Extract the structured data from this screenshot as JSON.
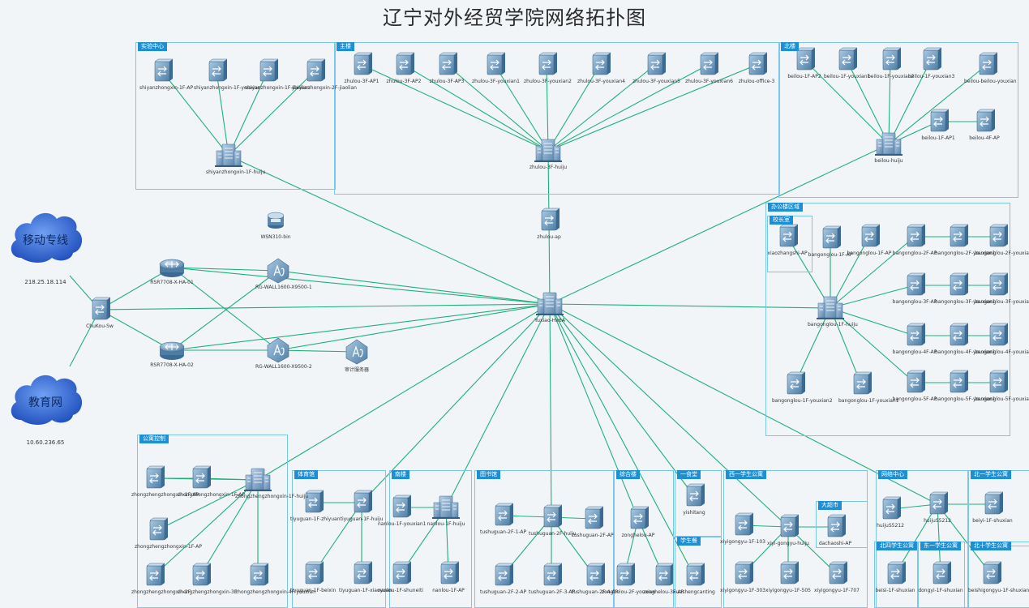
{
  "title": "辽宁对外经贸学院网络拓扑图",
  "clouds": [
    {
      "name": "移动专线",
      "ip": "218.25.18.114"
    },
    {
      "name": "教育网",
      "ip": "10.60.236.65"
    }
  ],
  "boxes": [
    {
      "id": "lab",
      "label": "实验中心"
    },
    {
      "id": "main",
      "label": "主楼"
    },
    {
      "id": "north",
      "label": "北楼"
    },
    {
      "id": "office",
      "label": "办公楼区域"
    },
    {
      "id": "president",
      "label": "校长室"
    },
    {
      "id": "public",
      "label": "公寓控制"
    },
    {
      "id": "gym",
      "label": "体育馆"
    },
    {
      "id": "south",
      "label": "南楼"
    },
    {
      "id": "library",
      "label": "图书馆"
    },
    {
      "id": "comp",
      "label": "综合楼"
    },
    {
      "id": "canteen1",
      "label": "一食堂"
    },
    {
      "id": "canteen2",
      "label": "学生餐"
    },
    {
      "id": "west",
      "label": "西一学生公寓"
    },
    {
      "id": "market",
      "label": "大超市"
    },
    {
      "id": "netcenter",
      "label": "网络中心"
    },
    {
      "id": "north1",
      "label": "北一学生公寓"
    },
    {
      "id": "northeast",
      "label": "北四学生公寓"
    },
    {
      "id": "east1",
      "label": "东一学生公寓"
    },
    {
      "id": "north10",
      "label": "北十学生公寓"
    }
  ],
  "nodes": [
    {
      "id": "core",
      "label": "Yuxiao-Hx6A",
      "icon": "server"
    },
    {
      "id": "outsw",
      "label": "ChuKou-Sw",
      "icon": "switch-l3"
    },
    {
      "id": "r1",
      "label": "RSR7708-X-HA-01",
      "icon": "router"
    },
    {
      "id": "r2",
      "label": "RSR7708-X-HA-02",
      "icon": "router"
    },
    {
      "id": "fw1",
      "label": "RG-WALL1600-X9500-1",
      "icon": "firewall"
    },
    {
      "id": "fw2",
      "label": "RG-WALL1600-X9500-2",
      "icon": "firewall"
    },
    {
      "id": "wsn",
      "label": "WSN310-bin",
      "icon": "db"
    },
    {
      "id": "audit",
      "label": "审计服务器",
      "icon": "firewall"
    },
    {
      "id": "zhulouap",
      "label": "zhulou-ap",
      "icon": "switch"
    },
    {
      "id": "lab_agg",
      "label": "shiyanzhongxin-1F-huiju",
      "icon": "server"
    },
    {
      "id": "lab_1",
      "label": "shiyanzhongxin-1F-AP",
      "icon": "switch"
    },
    {
      "id": "lab_2",
      "label": "shiyanzhongxin-1F-youxian",
      "icon": "switch"
    },
    {
      "id": "lab_3",
      "label": "shiyanzhongxin-1F-jiaolian",
      "icon": "switch"
    },
    {
      "id": "lab_4",
      "label": "shiyanzhongxin-2F-jiaolian",
      "icon": "switch"
    },
    {
      "id": "main_agg",
      "label": "zhulou-3F-huiju",
      "icon": "server"
    },
    {
      "id": "m1",
      "label": "zhulou-3F-AP1",
      "icon": "switch"
    },
    {
      "id": "m2",
      "label": "zhulou-3F-AP2",
      "icon": "switch"
    },
    {
      "id": "m3",
      "label": "zhulou-3F-AP3",
      "icon": "switch"
    },
    {
      "id": "m4",
      "label": "zhulou-3F-youxian1",
      "icon": "switch"
    },
    {
      "id": "m5",
      "label": "zhulou-3F-youxian2",
      "icon": "switch"
    },
    {
      "id": "m6",
      "label": "zhulou-3F-youxian4",
      "icon": "switch"
    },
    {
      "id": "m7",
      "label": "zhulou-3F-youxian5",
      "icon": "switch"
    },
    {
      "id": "m8",
      "label": "zhulou-3F-youxian6",
      "icon": "switch"
    },
    {
      "id": "m9",
      "label": "zhulou-office-3",
      "icon": "switch"
    },
    {
      "id": "north_agg",
      "label": "beilou-huiju",
      "icon": "server"
    },
    {
      "id": "n1",
      "label": "beilou-1F-AP2",
      "icon": "switch"
    },
    {
      "id": "n2",
      "label": "beilou-1F-youxian1",
      "icon": "switch"
    },
    {
      "id": "n3",
      "label": "beilou-1F-youxian2",
      "icon": "switch"
    },
    {
      "id": "n4",
      "label": "beilou-1F-youxian3",
      "icon": "switch"
    },
    {
      "id": "n5",
      "label": "beilou-beilou-youxian",
      "icon": "switch"
    },
    {
      "id": "n6",
      "label": "beilou-1F-AP1",
      "icon": "switch"
    },
    {
      "id": "n7",
      "label": "beilou-4F-AP",
      "icon": "switch"
    },
    {
      "id": "off_agg",
      "label": "bangonglou-1F-huiju",
      "icon": "server"
    },
    {
      "id": "o0",
      "label": "xiaozhangshi-AP",
      "icon": "switch"
    },
    {
      "id": "o1",
      "label": "bangonglou-1F-AP",
      "icon": "switch"
    },
    {
      "id": "o2",
      "label": "bangonglou-1F-AP",
      "icon": "switch"
    },
    {
      "id": "o3",
      "label": "bangonglou-2F-AP",
      "icon": "switch"
    },
    {
      "id": "o4",
      "label": "bangonglou-2F-youxian1",
      "icon": "switch"
    },
    {
      "id": "o5",
      "label": "bangonglou-2F-youxian2",
      "icon": "switch"
    },
    {
      "id": "o6",
      "label": "bangonglou-3F-AP",
      "icon": "switch"
    },
    {
      "id": "o7",
      "label": "bangonglou-3F-youxian1",
      "icon": "switch"
    },
    {
      "id": "o8",
      "label": "bangonglou-3F-youxian2",
      "icon": "switch"
    },
    {
      "id": "o9",
      "label": "bangonglou-4F-AP",
      "icon": "switch"
    },
    {
      "id": "o10",
      "label": "bangonglou-4F-youxian1",
      "icon": "switch"
    },
    {
      "id": "o11",
      "label": "bangonglou-4F-youxian2",
      "icon": "switch"
    },
    {
      "id": "o12",
      "label": "bangonglou-5F-AP",
      "icon": "switch"
    },
    {
      "id": "o13",
      "label": "bangonglou-5F-youxian1",
      "icon": "switch"
    },
    {
      "id": "o14",
      "label": "bangonglou-5F-youxian2",
      "icon": "switch"
    },
    {
      "id": "o15",
      "label": "bangonglou-1F-youxian2",
      "icon": "switch"
    },
    {
      "id": "o16",
      "label": "bangonglou-1F-youxian1",
      "icon": "switch"
    },
    {
      "id": "pub_agg",
      "label": "zhongzhengzhongxin-1F-huiju",
      "icon": "server"
    },
    {
      "id": "p1",
      "label": "zhongzhengzhongxin-1F-AP",
      "icon": "switch"
    },
    {
      "id": "p2",
      "label": "zhongzhengzhongxin-1F-AP",
      "icon": "switch"
    },
    {
      "id": "p3",
      "label": "zhongzhengzhongxin-1F-AP",
      "icon": "switch"
    },
    {
      "id": "p4",
      "label": "zhongzhengzhongxin-2F",
      "icon": "switch"
    },
    {
      "id": "p5",
      "label": "zhongzhengzhongxin-3F",
      "icon": "switch"
    },
    {
      "id": "p6",
      "label": "zhongzhengzhongxin-4F-youxian",
      "icon": "switch"
    },
    {
      "id": "gym_agg",
      "label": "tiyuguan-1F-huiju",
      "icon": "switch"
    },
    {
      "id": "g1",
      "label": "tiyuguan-1F-zhiyuan",
      "icon": "switch"
    },
    {
      "id": "g2",
      "label": "tiyuguan-1F-beixin",
      "icon": "switch"
    },
    {
      "id": "g3",
      "label": "tiyuguan-1F-xiaoyuan",
      "icon": "switch"
    },
    {
      "id": "south_agg",
      "label": "nanlou-1F-huiju",
      "icon": "server"
    },
    {
      "id": "s1",
      "label": "nanlou-1F-youxian1",
      "icon": "switch"
    },
    {
      "id": "s2",
      "label": "nanlou-1F-shuneiti",
      "icon": "switch"
    },
    {
      "id": "s3",
      "label": "nanlou-1F-AP",
      "icon": "switch"
    },
    {
      "id": "lib_agg",
      "label": "tushuguan-2F-huiju",
      "icon": "switch"
    },
    {
      "id": "l1",
      "label": "tushuguan-2F-1-AP",
      "icon": "switch"
    },
    {
      "id": "l2",
      "label": "tushuguan-2F-AP",
      "icon": "switch"
    },
    {
      "id": "l3",
      "label": "tushuguan-2F-2-AP",
      "icon": "switch"
    },
    {
      "id": "l4",
      "label": "tushuguan-2F-3-AP",
      "icon": "switch"
    },
    {
      "id": "l5",
      "label": "tushuguan-2F-4-AP",
      "icon": "switch"
    },
    {
      "id": "c_agg",
      "label": "zonghelou-AP",
      "icon": "switch"
    },
    {
      "id": "c1",
      "label": "zonghelou-2F-youxian",
      "icon": "switch"
    },
    {
      "id": "c2",
      "label": "zonghelou-3F-AP",
      "icon": "switch"
    },
    {
      "id": "ca1",
      "label": "yishitang",
      "icon": "switch"
    },
    {
      "id": "ca2",
      "label": "xueshengcanting",
      "icon": "switch"
    },
    {
      "id": "w_agg",
      "label": "xiyi-gongyu-huiju",
      "icon": "switch"
    },
    {
      "id": "w1",
      "label": "xiyigongyu-1F-103",
      "icon": "switch"
    },
    {
      "id": "w2",
      "label": "xiyigongyu-1F-303",
      "icon": "switch"
    },
    {
      "id": "w3",
      "label": "xiyigongyu-1F-505",
      "icon": "switch"
    },
    {
      "id": "w4",
      "label": "xiyigongyu-1F-707",
      "icon": "switch"
    },
    {
      "id": "mk1",
      "label": "dachaoshi-AP",
      "icon": "switch"
    },
    {
      "id": "nc_agg",
      "label": "huijuS5212",
      "icon": "switch"
    },
    {
      "id": "nc1",
      "label": "huijuS5212",
      "icon": "switch"
    },
    {
      "id": "nb1",
      "label": "beiyi-1F-shuxian",
      "icon": "switch"
    },
    {
      "id": "nb2",
      "label": "beisi-1F-shuxian",
      "icon": "switch"
    },
    {
      "id": "nb3",
      "label": "dongyi-1F-shuxian",
      "icon": "switch"
    },
    {
      "id": "nb4",
      "label": "beishigongyu-1F-shuxian",
      "icon": "switch"
    }
  ]
}
